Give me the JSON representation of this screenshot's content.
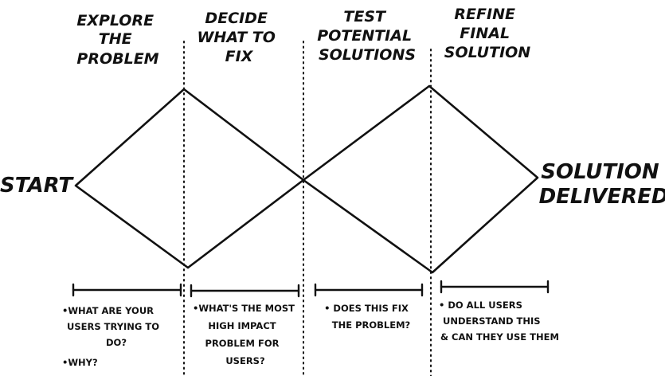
{
  "phases": [
    {
      "title_lines": [
        "EXPLORE",
        "THE",
        "PROBLEM"
      ],
      "notes": [
        "•WHAT ARE YOUR",
        "USERS TRYING TO",
        "DO?",
        "•WHY?"
      ]
    },
    {
      "title_lines": [
        "DECIDE",
        "WHAT TO",
        "FIX"
      ],
      "notes": [
        "•WHAT'S THE MOST",
        "HIGH IMPACT",
        "PROBLEM FOR",
        "USERS?"
      ]
    },
    {
      "title_lines": [
        "TEST",
        "POTENTIAL",
        "SOLUTIONS"
      ],
      "notes": [
        "• DOES THIS FIX",
        "THE PROBLEM?"
      ]
    },
    {
      "title_lines": [
        "REFINE",
        "FINAL",
        "SOLUTION"
      ],
      "notes": [
        "• DO ALL USERS",
        "UNDERSTAND THIS",
        "& CAN THEY USE THEM"
      ]
    }
  ],
  "start_label": "START",
  "end_label_lines": [
    "SOLUTION",
    "DELIVERED"
  ],
  "colors": {
    "ink": "#111111",
    "background": "#ffffff"
  }
}
